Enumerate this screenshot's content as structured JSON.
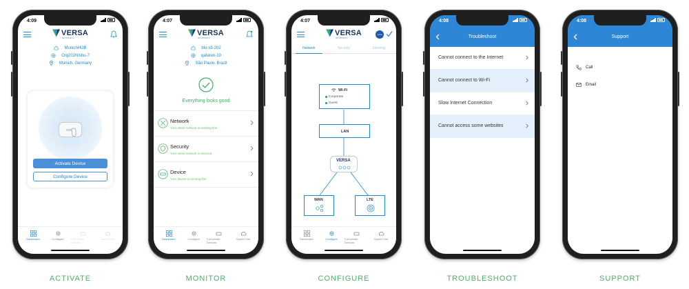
{
  "colors": {
    "accent": "#1e88d0",
    "header_blue": "#2e86d6",
    "caption_green": "#4cae6c",
    "ok_green": "#3fae61",
    "phone_frame": "#1f1f1f"
  },
  "captions": [
    "ACTIVATE",
    "MONITOR",
    "CONFIGURE",
    "TROUBLESHOOT",
    "SUPPORT"
  ],
  "brand": {
    "name": "VERSA",
    "sub": "NETWORKS"
  },
  "bottom_nav": [
    "Dashboard",
    "Configure",
    "Connected Devices",
    "Speed Test"
  ],
  "activate": {
    "time": "4:09",
    "site": "MunichHUB",
    "org": "Org202Nishu-7",
    "location": "Munich, Germany",
    "primary_button": "Activate Device",
    "secondary_button": "Configure Device"
  },
  "monitor": {
    "time": "4:07",
    "site": "blo-s9-202",
    "org": "qafarun-10",
    "location": "São Paulo, Brazil",
    "status": "Everything looks good",
    "rows": [
      {
        "title": "Network",
        "sub": "Your entire network is working fine"
      },
      {
        "title": "Security",
        "sub": "Your entire network is secured"
      },
      {
        "title": "Device",
        "sub": "Your device is running fine"
      }
    ]
  },
  "configure": {
    "time": "4:07",
    "avatar": "versa",
    "tabs": [
      "Network",
      "Security",
      "Steering"
    ],
    "active_tab": "Network",
    "wifi_title": "Wi-Fi",
    "wifi_items": [
      "Corporate",
      "Guest"
    ],
    "lan": "LAN",
    "device_brand": "VERSA",
    "wan": "WAN",
    "lte": "LTE"
  },
  "troubleshoot": {
    "time": "4:08",
    "title": "Troubleshoot",
    "rows": [
      "Cannot connect to the Internet",
      "Cannot connect to Wi-Fi",
      "Slow Internet Connection",
      "Cannot access some websites"
    ]
  },
  "support": {
    "time": "4:08",
    "title": "Support",
    "options": [
      "Call",
      "Email"
    ]
  }
}
